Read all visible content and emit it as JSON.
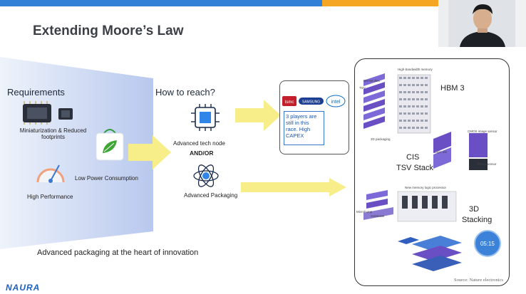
{
  "slide": {
    "title": "Extending Moore’s Law",
    "caption": "Advanced packaging at the heart of innovation",
    "logo_text": "NAURA"
  },
  "requirements": {
    "heading": "Requirements",
    "items": [
      {
        "label": "Miniaturization & Reduced footprints",
        "icon": "chip-icon"
      },
      {
        "label": "Low Power Consumption",
        "icon": "leaf-bag-icon"
      },
      {
        "label": "High Performance",
        "icon": "speedometer-icon"
      }
    ]
  },
  "how": {
    "heading": "How to reach?",
    "tech_node": "Advanced tech node",
    "andor": "AND/OR",
    "packaging": "Advanced Packaging"
  },
  "callout": {
    "logos": [
      "tsmc",
      "SAMSUNG",
      "intel"
    ],
    "text": "3 players are still in this race. High CAPEX"
  },
  "figure": {
    "hbm": "HBM 3",
    "cis": "CIS",
    "tsv_stack": "TSV Stack",
    "stacking_3d": "3D",
    "stacking_label": "Stacking",
    "timer": "05:15",
    "source": "Source: Nature electronics",
    "hbm_caption": "High-bandwidth memory",
    "hbm_sub": "2D packaging",
    "tsv": "TSV",
    "dram_die": "DRAM dies",
    "logic_die": "Logic die",
    "cmos_sensor": "CMOS image sensor",
    "photo_sensor": "Photo sensor",
    "microbump": "Microbump",
    "substrate": "Substrate",
    "new_memory": "New memory logic processor"
  },
  "colors": {
    "accent_blue": "#2f80d6",
    "accent_orange": "#f5a623",
    "arrow_yellow": "#f7ee8a",
    "purple": "#6a4fc4"
  }
}
